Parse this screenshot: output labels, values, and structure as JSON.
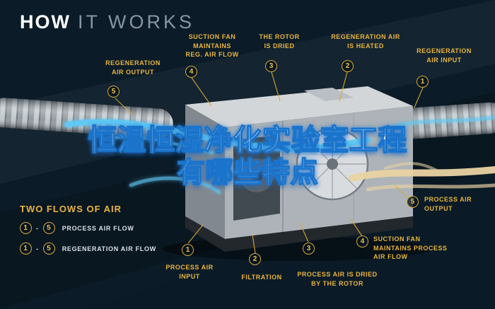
{
  "title": {
    "word1": "HOW",
    "word2": "IT WORKS"
  },
  "overlay_title": {
    "line1": "恒温恒湿净化实验室工程",
    "line2": "有哪些特点"
  },
  "top_callouts": [
    {
      "num": "5",
      "label": "REGENERATION\nAIR OUTPUT"
    },
    {
      "num": "4",
      "label": "SUCTION FAN\nMAINTAINS\nREG. AIR FLOW"
    },
    {
      "num": "3",
      "label": "THE ROTOR\nIS DRIED"
    },
    {
      "num": "2",
      "label": "REGENERATION AIR\nIS HEATED"
    },
    {
      "num": "1",
      "label": "REGENERATION\nAIR INPUT"
    }
  ],
  "bottom_callouts": [
    {
      "num": "1",
      "label": "PROCESS AIR\nINPUT"
    },
    {
      "num": "2",
      "label": "FILTRATION"
    },
    {
      "num": "3",
      "label": "PROCESS AIR IS DRIED\nBY THE ROTOR"
    },
    {
      "num": "4",
      "label": "SUCTION FAN\nMAINTAINS PROCESS\nAIR FLOW"
    },
    {
      "num": "5",
      "label": "PROCESS AIR\nOUTPUT"
    }
  ],
  "legend": {
    "heading": "TWO FLOWS OF AIR",
    "separator": "-",
    "rows": [
      {
        "from": "1",
        "to": "5",
        "label": "PROCESS AIR FLOW"
      },
      {
        "from": "1",
        "to": "5",
        "label": "REGENERATION AIR FLOW"
      }
    ]
  },
  "colors": {
    "background": "#0b1c28",
    "accent_yellow": "#e9b43e",
    "flow_blue": "#5ec9f4",
    "flow_tan": "#e9d3a2",
    "overlay_text": "#ffffff",
    "overlay_outline": "#1a74cc"
  }
}
